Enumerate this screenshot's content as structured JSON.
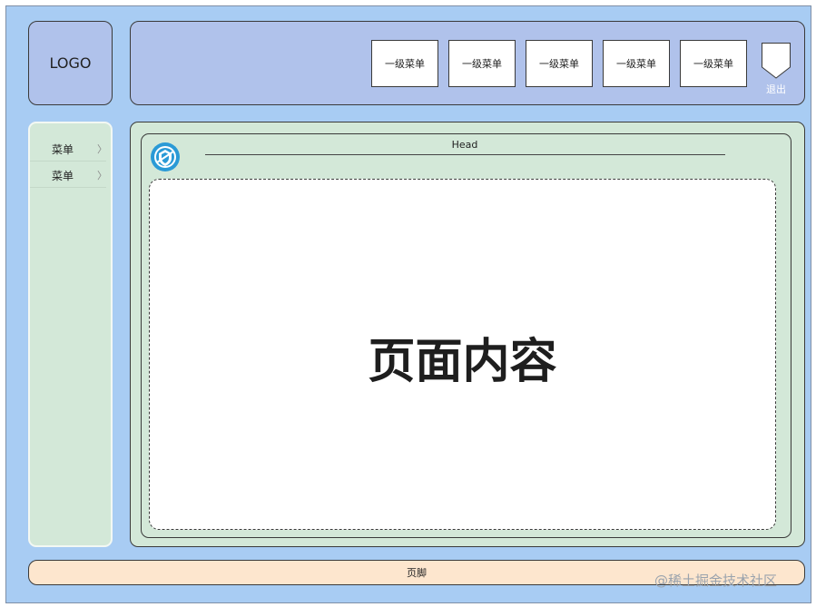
{
  "logo": {
    "label": "LOGO"
  },
  "header": {
    "menu_items": [
      "一级菜单",
      "一级菜单",
      "一级菜单",
      "一级菜单",
      "一级菜单"
    ],
    "logout_label": "退出"
  },
  "sidebar": {
    "items": [
      {
        "label": "菜单",
        "chevron": "〉"
      },
      {
        "label": "菜单",
        "chevron": "〉"
      }
    ]
  },
  "main": {
    "head_label": "Head",
    "content_label": "页面内容",
    "icon": "globe-shield-icon"
  },
  "footer": {
    "label": "页脚"
  },
  "watermark": {
    "text": "@稀土掘金技术社区"
  },
  "colors": {
    "background": "#a8ccf3",
    "header": "#b0c2eb",
    "sidebar": "#d3e8d8",
    "footer": "#fde6ce",
    "icon": "#2a9ad6"
  }
}
